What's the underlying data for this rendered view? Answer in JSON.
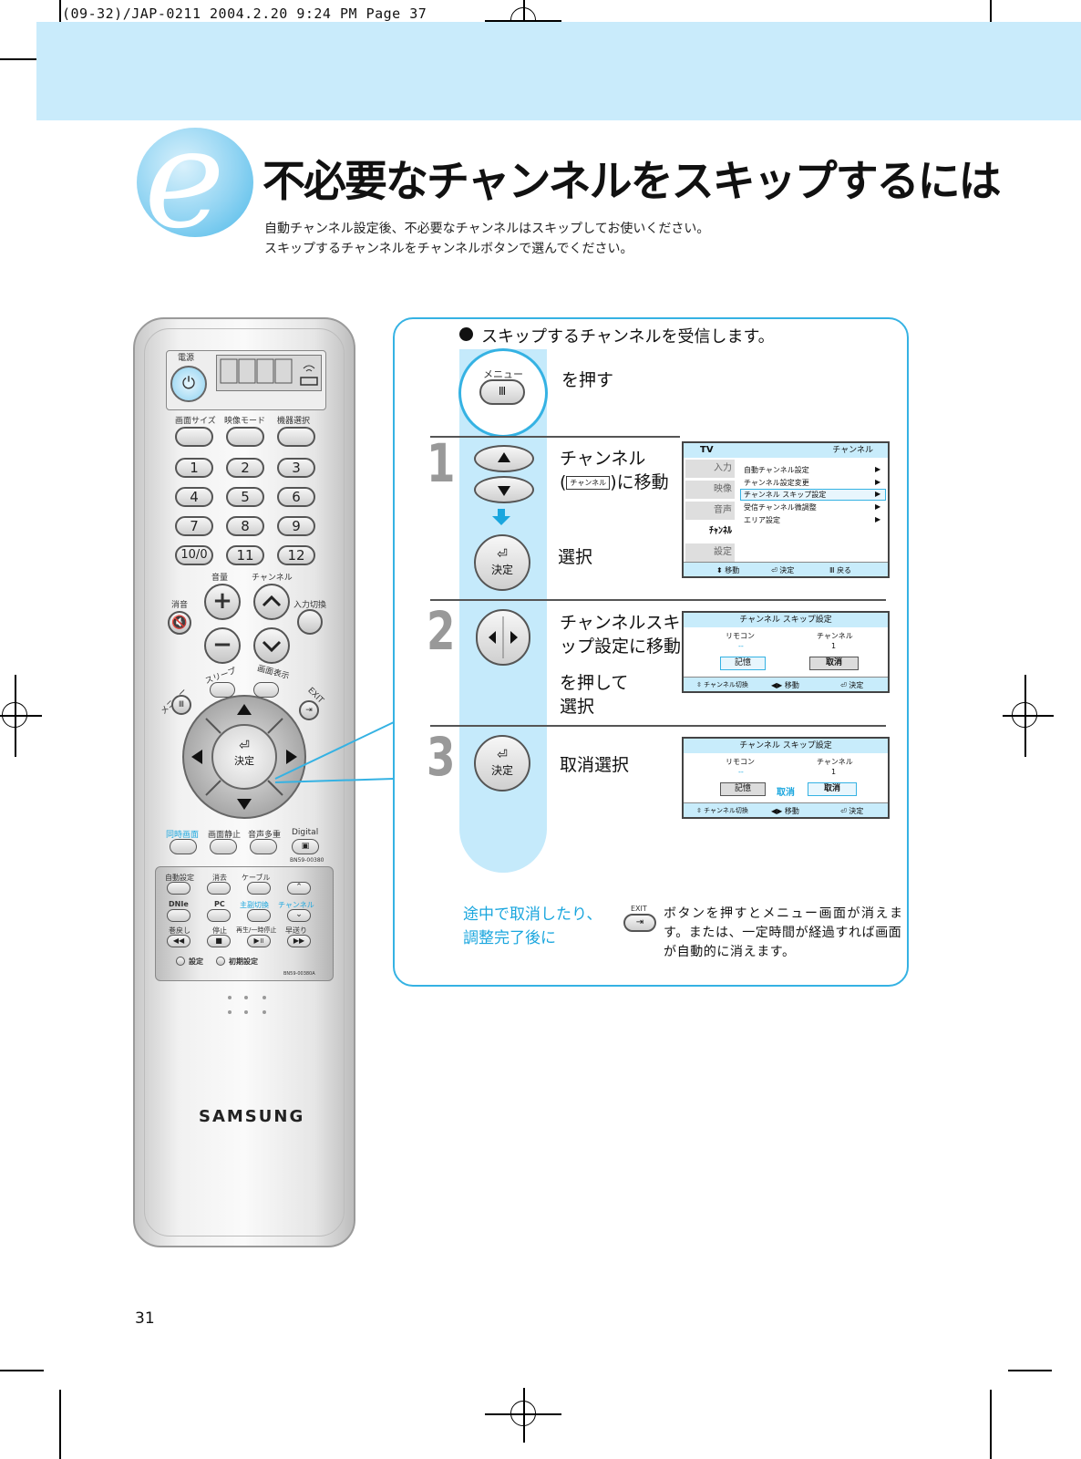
{
  "print_header": "(09-32)/JAP-0211  2004.2.20 9:24 PM  Page 37",
  "logo_letter": "e",
  "title": "不必要なチャンネルをスキップするには",
  "intro_lines": [
    "自動チャンネル設定後、不必要なチャンネルはスキップしてお使いください。",
    "スキップするチャンネルをチャンネルボタンで選んでください。"
  ],
  "remote": {
    "power_label": "電源",
    "top_labels": [
      "画面サイズ",
      "映像モード",
      "機器選択"
    ],
    "numbers": [
      "1",
      "2",
      "3",
      "4",
      "5",
      "6",
      "7",
      "8",
      "9",
      "10/0",
      "11",
      "12"
    ],
    "volume_label": "音量",
    "channel_label": "チャンネル",
    "mute_label": "消音",
    "input_label": "入力切換",
    "sleep_label": "スリープ",
    "display_label": "画面表示",
    "menu_label": "メニュー",
    "exit_label": "EXIT",
    "enter_label": "決定",
    "row_labels": [
      "同時画面",
      "画面静止",
      "音声多重",
      "Digital"
    ],
    "model_code": "BN59-00380",
    "panel_labels_1": [
      "自動設定",
      "消去",
      "ケーブル"
    ],
    "panel_labels_2": [
      "DNIe",
      "PC",
      "主副切換",
      "チャンネル"
    ],
    "panel_labels_3": [
      "巻戻し",
      "停止",
      "再生/一時停止",
      "早送り"
    ],
    "setup_label": "設定",
    "reset_label": "初期設定",
    "panel_model_code": "BN59-00380A",
    "brand": "SAMSUNG"
  },
  "instructions": {
    "intro_bullet": "スキップするチャンネルを受信します。",
    "menu_button_label": "メニュー",
    "press_menu": "を押す",
    "step1": {
      "number": "1",
      "line1": "チャンネル",
      "line2_prefix": "(",
      "line2_icon": "チャンネル",
      "line2_suffix": ")に移動",
      "select": "選択",
      "enter_label": "決定"
    },
    "step2": {
      "number": "2",
      "line1": "チャンネルスキ",
      "line2": "ップ設定に移動",
      "line3": "を押して",
      "line4": "選択"
    },
    "step3": {
      "number": "3",
      "text": "取消選択",
      "enter_label": "決定"
    }
  },
  "osd1": {
    "tv_label": "TV",
    "header_right": "チャンネル",
    "side_items": [
      "入力",
      "映像",
      "音声",
      "ﾁｬﾝﾈﾙ",
      "設定"
    ],
    "menu_items": [
      "自動チャンネル設定",
      "チャンネル設定変更",
      "チャンネル スキップ設定",
      "受信チャンネル微調整",
      "エリア設定"
    ],
    "footer": [
      "移動",
      "決定",
      "戻る"
    ]
  },
  "osd2": {
    "title": "チャンネル スキップ設定",
    "col1": "リモコン",
    "col2": "チャンネル",
    "val1": "--",
    "val2": "1",
    "memory": "記憶",
    "cancel": "取消",
    "footer": [
      "チャンネル切換",
      "移動",
      "決定"
    ]
  },
  "osd3": {
    "title": "チャンネル スキップ設定",
    "col1": "リモコン",
    "col2": "チャンネル",
    "val1": "--",
    "val2": "1",
    "memory": "記憶",
    "cancel_hl": "取消",
    "cancel": "取消",
    "footer": [
      "チャンネル切換",
      "移動",
      "決定"
    ]
  },
  "note": {
    "blue_line1": "途中で取消したり、",
    "blue_line2": "調整完了後に",
    "exit_label": "EXIT",
    "text_line1": "ボタンを押すとメニュー画面が消えま",
    "text_line2": "す。または、一定時間が経過すれば画面",
    "text_line3": "が自動的に消えます。"
  },
  "page_number": "31",
  "colors": {
    "accent": "#35b2e3",
    "band": "#c9ebfb",
    "track": "#c5eafb"
  }
}
